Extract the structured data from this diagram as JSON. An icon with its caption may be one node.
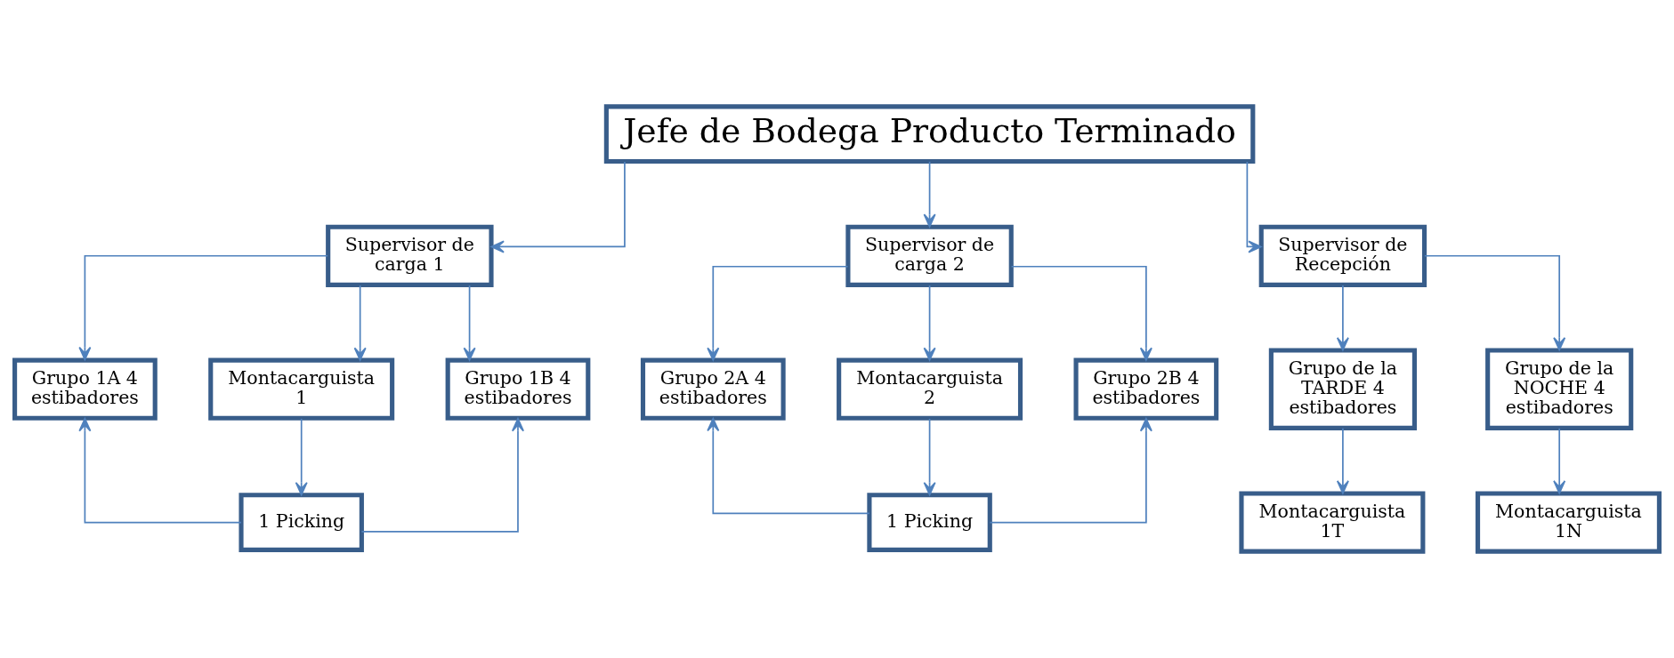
{
  "diagram": {
    "nodes": [
      {
        "text": [
          "Jefe de Bodega Producto Terminado"
        ]
      },
      {
        "text": [
          "Supervisor de carga 1"
        ]
      },
      {
        "text": [
          "Supervisor de carga 2"
        ]
      },
      {
        "text": [
          "Supervisor de Recepción"
        ]
      },
      {
        "text": [
          "Grupo 1A 4 estibadores"
        ]
      },
      {
        "text": [
          "Montacarguista 1"
        ]
      },
      {
        "text": [
          "Grupo 1B 4 estibadores"
        ]
      },
      {
        "text": [
          "1 Picking"
        ]
      },
      {
        "text": [
          "Grupo 2A 4 estibadores"
        ]
      },
      {
        "text": [
          "Montacarguista 2"
        ]
      },
      {
        "text": [
          "Grupo 2B 4 estibadores"
        ]
      },
      {
        "text": [
          "1 Picking"
        ]
      },
      {
        "text": [
          "Grupo de la TARDE 4 estibadores"
        ]
      },
      {
        "text": [
          "Grupo de la NOCHE 4 estibadores"
        ]
      },
      {
        "text": [
          "Montacarguista 1T"
        ]
      },
      {
        "text": [
          "Montacarguista 1N"
        ]
      }
    ],
    "edges": [
      {
        "from": 0,
        "to": 1,
        "arrow": "to"
      },
      {
        "from": 0,
        "to": 2,
        "arrow": "to"
      },
      {
        "from": 0,
        "to": 3,
        "arrow": "to"
      },
      {
        "from": 1,
        "to": 4,
        "arrow": "to"
      },
      {
        "from": 1,
        "to": 5,
        "arrow": "to"
      },
      {
        "from": 1,
        "to": 6,
        "arrow": "to"
      },
      {
        "from": 5,
        "to": 7,
        "arrow": "to"
      },
      {
        "from": 7,
        "to": 4,
        "arrow": "to"
      },
      {
        "from": 7,
        "to": 6,
        "arrow": "to"
      },
      {
        "from": 2,
        "to": 8,
        "arrow": "to"
      },
      {
        "from": 2,
        "to": 9,
        "arrow": "to"
      },
      {
        "from": 2,
        "to": 10,
        "arrow": "to"
      },
      {
        "from": 9,
        "to": 11,
        "arrow": "to"
      },
      {
        "from": 11,
        "to": 8,
        "arrow": "to"
      },
      {
        "from": 11,
        "to": 10,
        "arrow": "to"
      },
      {
        "from": 3,
        "to": 12,
        "arrow": "to"
      },
      {
        "from": 3,
        "to": 13,
        "arrow": "to"
      },
      {
        "from": 12,
        "to": 14,
        "arrow": "to"
      },
      {
        "from": 13,
        "to": 15,
        "arrow": "to"
      }
    ]
  }
}
